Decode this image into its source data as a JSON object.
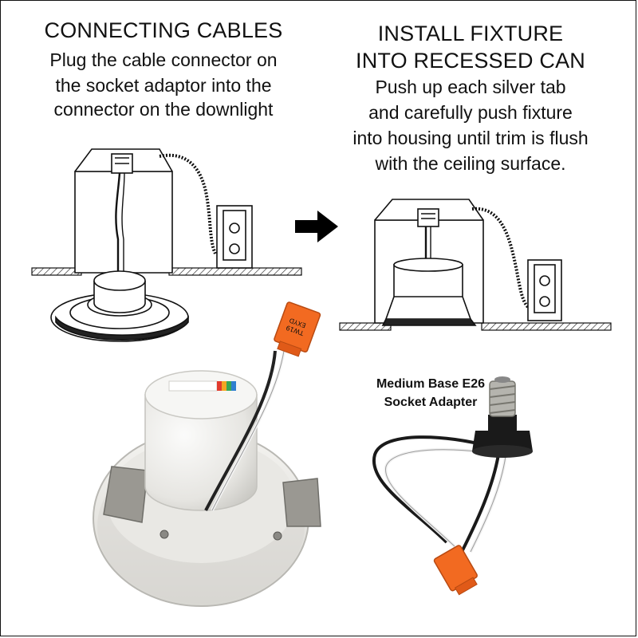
{
  "left_panel": {
    "title": "CONNECTING CABLES",
    "instructions": [
      "Plug the cable connector on",
      "the socket adaptor into the",
      "connector on the downlight"
    ]
  },
  "right_panel": {
    "title_lines": [
      "INSTALL FIXTURE",
      "INTO RECESSED CAN"
    ],
    "instructions": [
      "Push up each silver tab",
      "and carefully push fixture",
      "into housing until trim is flush",
      "with the ceiling surface."
    ]
  },
  "socket_adapter_label": [
    "Medium Base E26",
    "Socket Adapter"
  ],
  "connector_label": [
    "TW19",
    "EXYD"
  ],
  "colors": {
    "ink": "#111111",
    "connector_orange": "#f26a21",
    "fixture_white": "#ededeb",
    "socket_black": "#1a1a1a",
    "arrow": "#000000"
  }
}
